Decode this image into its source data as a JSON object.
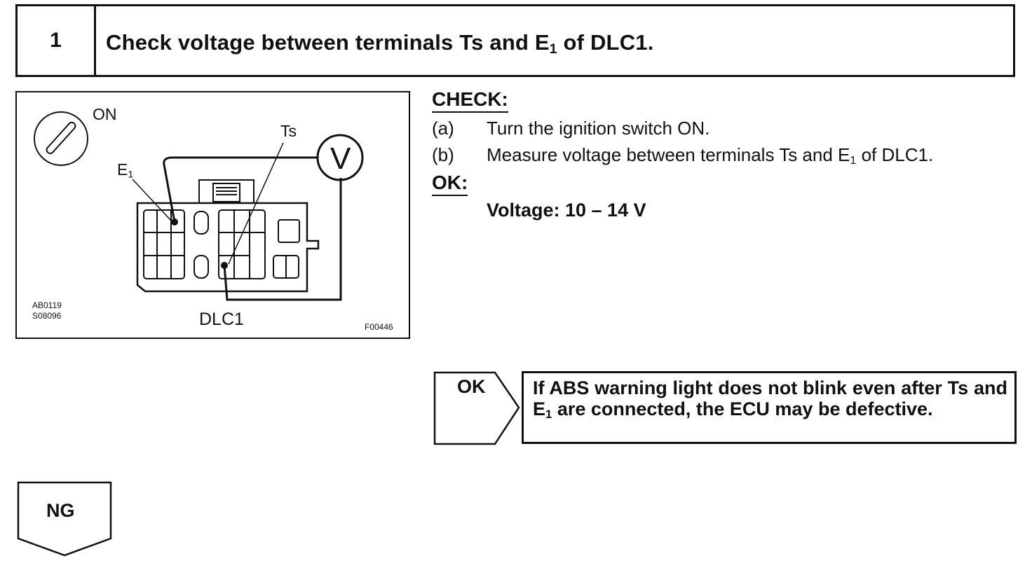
{
  "step": {
    "number": "1",
    "title_pre": "Check voltage between terminals Ts and E",
    "title_sub": "1",
    "title_post": " of DLC1."
  },
  "figure": {
    "label_on": "ON",
    "label_ts": "Ts",
    "label_e": "E",
    "label_e_sub": "1",
    "label_dlc": "DLC1",
    "code_ab": "AB0119",
    "code_s": "S08096",
    "code_f": "F00446",
    "meter_symbol": "V"
  },
  "check": {
    "heading": "CHECK:",
    "items": [
      {
        "label": "(a)",
        "text_pre": "Turn the ignition switch ON.",
        "text_sub": "",
        "text_post": ""
      },
      {
        "label": "(b)",
        "text_pre": "Measure voltage between terminals Ts and E",
        "text_sub": "1",
        "text_post": " of DLC1."
      }
    ],
    "ok_heading": "OK:",
    "spec": "Voltage: 10 – 14 V"
  },
  "results": {
    "ok_label": "OK",
    "ok_text_1": "If ABS warning light does not blink even after Ts and E",
    "ok_text_sub": "1",
    "ok_text_2": " are connected, the ECU may be defective.",
    "ng_label": "NG"
  }
}
